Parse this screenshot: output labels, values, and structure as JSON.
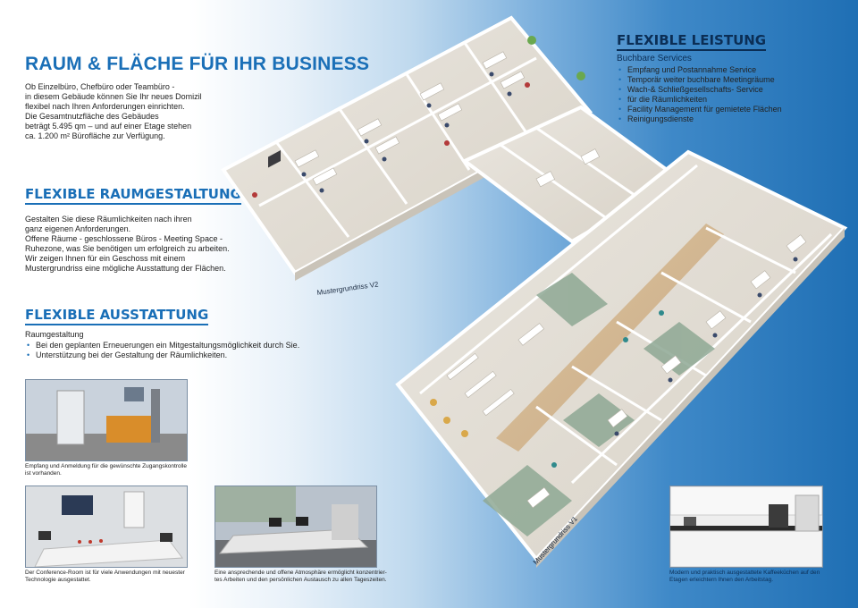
{
  "main": {
    "title": "RAUM & FLÄCHE FÜR IHR BUSINESS",
    "intro": "Ob Einzelbüro, Chefbüro oder Teambüro -\nin diesem Gebäude können Sie Ihr neues Domizil\nflexibel nach Ihren Anforderungen einrichten.\nDie Gesamtnutzfläche des Gebäudes\nbeträgt 5.495 qm – und auf einer Etage stehen\nca. 1.200 m² Bürofläche zur Verfügung."
  },
  "raumgestaltung": {
    "heading": "FLEXIBLE RAUMGESTALTUNG",
    "text": "Gestalten Sie diese Räumlichkeiten nach ihren\nganz eigenen Anforderungen.\nOffene Räume - geschlossene Büros - Meeting Space -\nRuhezone, was Sie benötigen um erfolgreich zu arbeiten.\nWir zeigen Ihnen für ein Geschoss mit einem\nMustergrundriss eine mögliche Ausstattung der Flächen."
  },
  "ausstattung": {
    "heading": "FLEXIBLE AUSSTATTUNG",
    "sub": "Raumgestaltung",
    "items": [
      "Bei den geplanten Erneuerungen ein Mitgestaltungsmöglichkeit durch Sie.",
      "Unterstützung bei der Gestaltung der Räumlichkeiten."
    ]
  },
  "leistung": {
    "heading": "FLEXIBLE LEISTUNG",
    "sub": "Buchbare Services",
    "items": [
      "Empfang und Postannahme Service",
      "Temporär weiter buchbare Meetingräume",
      "Wach-& Schließgesellschafts- Service",
      "Facility Management für gemietete Flächen",
      "Reinigungsdienste"
    ],
    "item2_cont": "für die Räumlichkeiten"
  },
  "photos": {
    "reception_caption": "Empfang und Anmeldung für die gewünschte Zugangskontrolle\nist vorhanden.",
    "conference_caption": "Der Conference-Room ist für viele Anwendungen mit neuester\nTechnologie ausgestattet.",
    "office_caption": "Eine ansprechende und offene Atmosphäre ermöglicht konzentrier-\ntes Arbeiten und den persönlichen Austausch zu allen Tageszeiten.",
    "kitchen_caption": "Modern und praktisch ausgestattete Kaffeeküchen auf den\nEtagen erleichtern Ihnen den Arbeitstag."
  },
  "plan": {
    "label_v2": "Mustergrundriss V2",
    "label_v1": "Mustergrundriss V1"
  },
  "colors": {
    "accent": "#1a6fb7",
    "dark_blue": "#0b2e55"
  }
}
